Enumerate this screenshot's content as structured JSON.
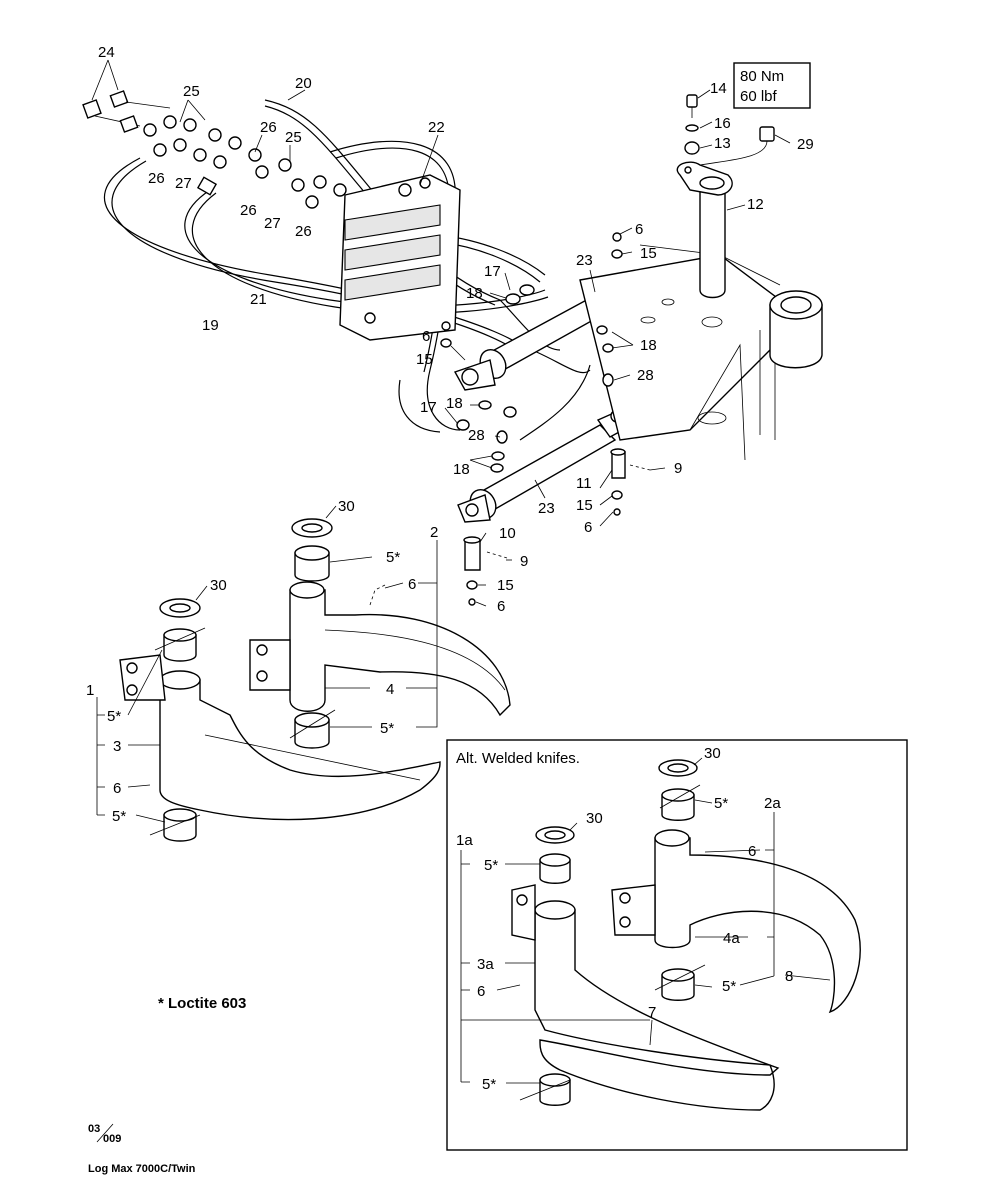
{
  "torque_box": {
    "line1": "80 Nm",
    "line2": "60 lbf"
  },
  "inset": {
    "title": "Alt. Welded knifes."
  },
  "note": {
    "loctite": "* Loctite 603"
  },
  "page_ref": {
    "top": "03",
    "bottom": "009"
  },
  "footer": {
    "model": "Log Max 7000C/Twin"
  },
  "callouts": {
    "n24": "24",
    "n25a": "25",
    "n20": "20",
    "n26a": "26",
    "n25b": "25",
    "n22": "22",
    "n26b": "26",
    "n27a": "27",
    "n26c": "26",
    "n27b": "27",
    "n26d": "26",
    "n14": "14",
    "n16": "16",
    "n13": "13",
    "n29": "29",
    "n12": "12",
    "n6a": "6",
    "n15a": "15",
    "n23a": "23",
    "n17a": "17",
    "n18a": "18",
    "n21": "21",
    "n19": "19",
    "n6b": "6",
    "n15b": "15",
    "n18b": "18",
    "n28a": "28",
    "n17b": "17",
    "n18c": "18",
    "n28b": "28",
    "n18d": "18",
    "n9a": "9",
    "n11": "11",
    "n15c": "15",
    "n6c": "6",
    "n23b": "23",
    "n30a": "30",
    "n2": "2",
    "n10": "10",
    "n5s_a": "5*",
    "n9b": "9",
    "n6d": "6",
    "n15d": "15",
    "n6e": "6",
    "n30b": "30",
    "n4": "4",
    "n5s_b": "5*",
    "n1": "1",
    "n5s_c": "5*",
    "n3": "3",
    "n6f": "6",
    "n5s_d": "5*",
    "n30c": "30",
    "n2a": "2a",
    "n5s_e": "5*",
    "n30d": "30",
    "n1a": "1a",
    "n5s_f": "5*",
    "n6g": "6",
    "n4a": "4a",
    "n3a": "3a",
    "n6h": "6",
    "n5s_g": "5*",
    "n8": "8",
    "n7": "7",
    "n5s_h": "5*"
  }
}
